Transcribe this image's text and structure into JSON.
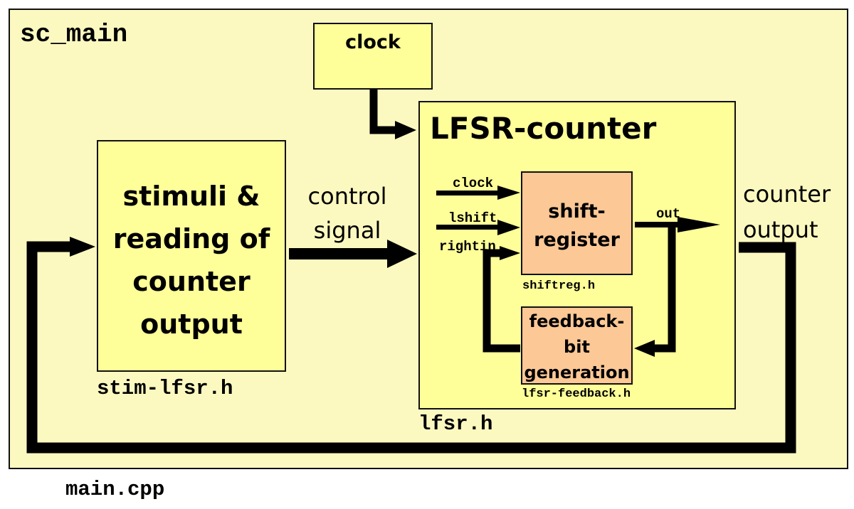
{
  "sc_main": {
    "title": "sc_main",
    "file": "main.cpp"
  },
  "clock_box": {
    "label": "clock"
  },
  "stimuli": {
    "lines": [
      "stimuli &",
      "reading of",
      "counter",
      "output"
    ],
    "file": "stim-lfsr.h"
  },
  "control_signal": {
    "lines": [
      "control",
      "signal"
    ]
  },
  "lfsr": {
    "title": "LFSR-counter",
    "file": "lfsr.h",
    "ports": {
      "clock": "clock",
      "lshift": "lshift",
      "rightin": "rightin",
      "out": "out"
    }
  },
  "shift_register": {
    "lines": [
      "shift-",
      "register"
    ],
    "file": "shiftreg.h"
  },
  "feedback": {
    "lines": [
      "feedback-",
      "bit",
      "generation"
    ],
    "file": "lfsr-feedback.h"
  },
  "counter_output": {
    "lines": [
      "counter",
      "output"
    ]
  },
  "colors": {
    "outer_fill": "#fcf9c0",
    "module_fill": "#ffff99",
    "submodule_fill": "#fbc896",
    "wire": "#000000"
  }
}
